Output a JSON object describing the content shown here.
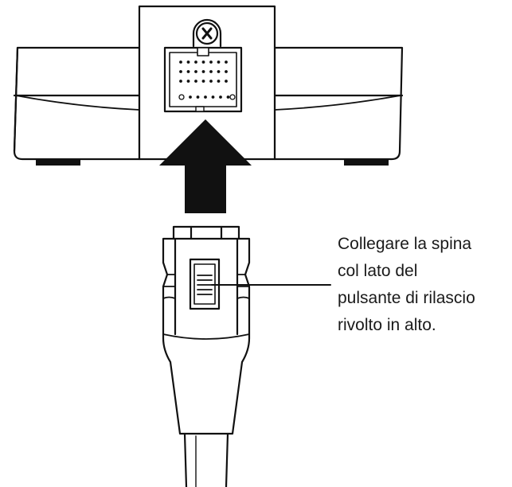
{
  "caption": {
    "lines": [
      "Collegare la spina",
      "col lato del",
      "pulsante di rilascio",
      "rivolto in alto."
    ]
  }
}
